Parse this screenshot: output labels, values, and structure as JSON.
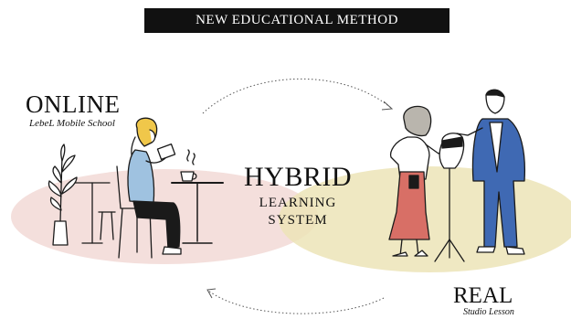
{
  "banner": {
    "text": "NEW EDUCATIONAL METHOD"
  },
  "online": {
    "title": "ONLINE",
    "subtitle": "LebeL Mobile School"
  },
  "real": {
    "title": "REAL",
    "subtitle": "Studio Lesson"
  },
  "center": {
    "title": "HYBRID",
    "line1": "LEARNING",
    "line2": "SYSTEM"
  },
  "colors": {
    "online_ellipse": "#f3dcd8",
    "real_ellipse": "#ece4b7",
    "ink": "#1a1a1a",
    "apron": "#d86f66",
    "suit": "#3f69b3",
    "shirt": "#9fc2e0",
    "hair": "#f0c74a"
  }
}
